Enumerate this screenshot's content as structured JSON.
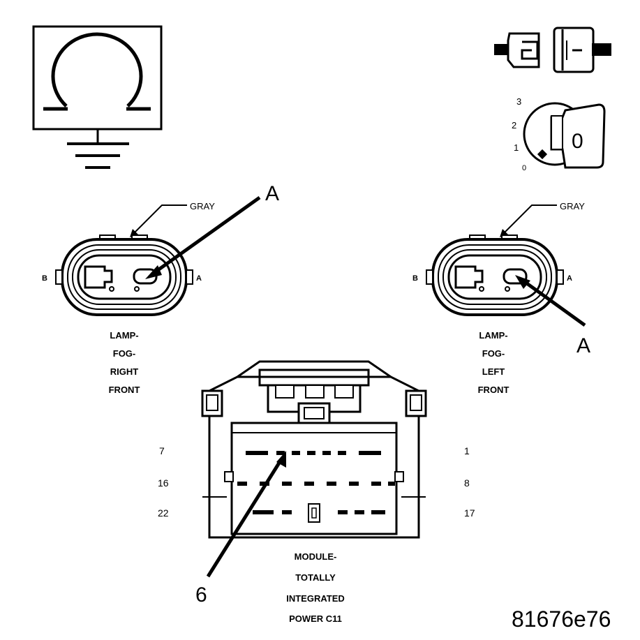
{
  "symbols": {
    "ohmmeter": "ohmmeter-symbol",
    "connector_test": "connector-disconnect-symbol",
    "ignition": {
      "positions": [
        "3",
        "2",
        "1",
        "0"
      ],
      "key_label": "0"
    }
  },
  "right_connector": {
    "color_label": "GRAY",
    "pin_a": "A",
    "pin_b": "B",
    "callout": "A",
    "name": [
      "LAMP-",
      "FOG-",
      "RIGHT",
      "FRONT"
    ]
  },
  "left_connector": {
    "color_label": "GRAY",
    "pin_a": "A",
    "pin_b": "B",
    "callout": "A",
    "name": [
      "LAMP-",
      "FOG-",
      "LEFT",
      "FRONT"
    ]
  },
  "module_connector": {
    "pins": {
      "row1_left": "7",
      "row1_right": "1",
      "row2_left": "16",
      "row2_right": "8",
      "row3_left": "22",
      "row3_right": "17"
    },
    "callout": "6",
    "name": [
      "MODULE-",
      "TOTALLY",
      "INTEGRATED",
      "POWER C11"
    ]
  },
  "figure_id": "81676e76"
}
